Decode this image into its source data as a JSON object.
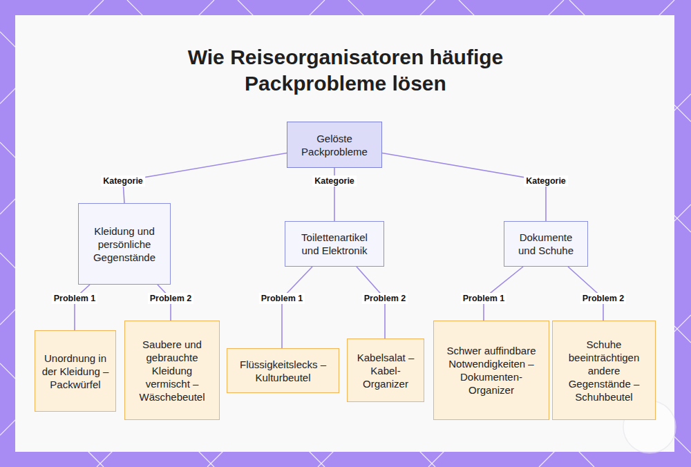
{
  "diagram": {
    "title": "Wie Reiseorganisatoren häufige Packprobleme lösen",
    "nodes": [
      {
        "text": [
          "Gelöste Packprobleme"
        ]
      },
      {
        "text": [
          "Kleidung und persönliche Gegenstände"
        ]
      },
      {
        "text": [
          "Toilettenartikel und Elektronik"
        ]
      },
      {
        "text": [
          "Dokumente und Schuhe"
        ]
      },
      {
        "text": [
          "Unordnung in der Kleidung – Packwürfel"
        ]
      },
      {
        "text": [
          "Saubere und gebrauchte Kleidung vermischt – Wäschebeutel"
        ]
      },
      {
        "text": [
          "Flüssigkeitslecks – Kulturbeutel"
        ]
      },
      {
        "text": [
          "Kabelsalat – Kabel-Organizer"
        ]
      },
      {
        "text": [
          "Schwer auffindbare Notwendigkeiten – Dokumenten-Organizer"
        ]
      },
      {
        "text": [
          "Schuhe beeinträchtigen andere Gegenstände – Schuhbeutel"
        ]
      }
    ],
    "edges": [
      {
        "from": 0,
        "to": 1,
        "arrow": "none",
        "label": "Kategorie"
      },
      {
        "from": 0,
        "to": 2,
        "arrow": "none",
        "label": "Kategorie"
      },
      {
        "from": 0,
        "to": 3,
        "arrow": "none",
        "label": "Kategorie"
      },
      {
        "from": 1,
        "to": 4,
        "arrow": "none",
        "label": "Problem 1"
      },
      {
        "from": 1,
        "to": 5,
        "arrow": "none",
        "label": "Problem 2"
      },
      {
        "from": 2,
        "to": 6,
        "arrow": "none",
        "label": "Problem 1"
      },
      {
        "from": 2,
        "to": 7,
        "arrow": "none",
        "label": "Problem 2"
      },
      {
        "from": 3,
        "to": 8,
        "arrow": "none",
        "label": "Problem 1"
      },
      {
        "from": 3,
        "to": 9,
        "arrow": "none",
        "label": "Problem 2"
      }
    ]
  }
}
